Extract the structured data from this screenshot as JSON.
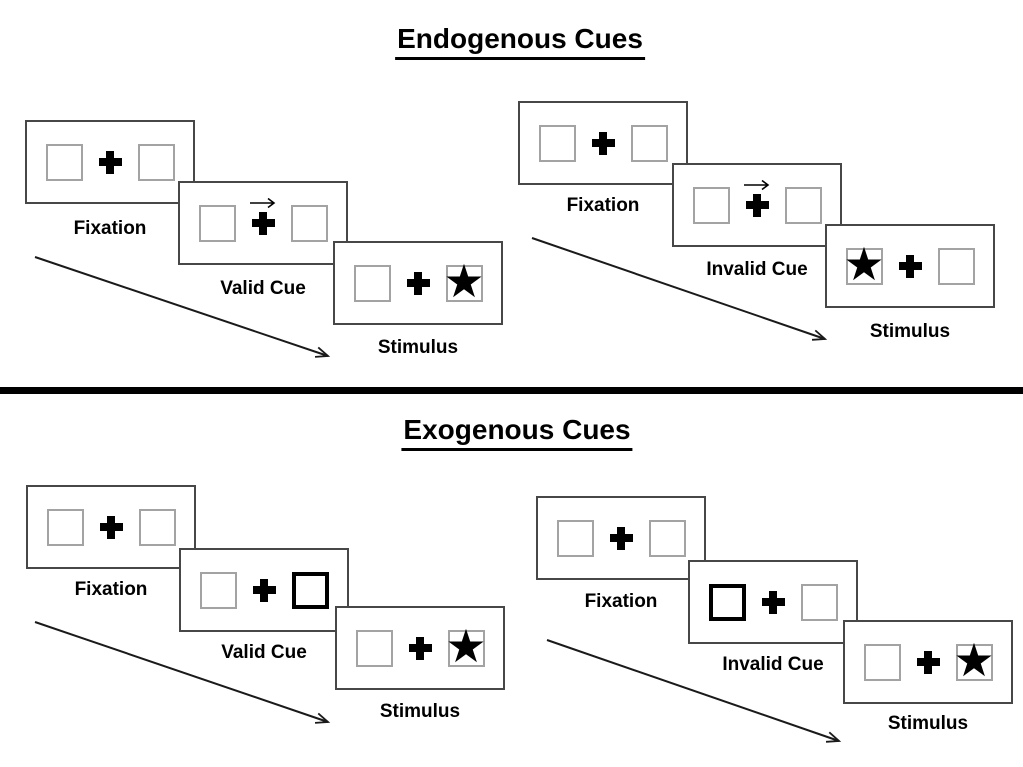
{
  "sections": [
    {
      "title": "Endogenous Cues",
      "groups": [
        {
          "name": "valid-trial",
          "panels": [
            {
              "label": "Fixation",
              "content": "two-empty-boxes-plus"
            },
            {
              "label": "Valid Cue",
              "content": "arrow-cue",
              "cue_arrow_direction": "right"
            },
            {
              "label": "Stimulus",
              "content": "star-stimulus",
              "star_side": "right"
            }
          ]
        },
        {
          "name": "invalid-trial",
          "panels": [
            {
              "label": "Fixation",
              "content": "two-empty-boxes-plus"
            },
            {
              "label": "Invalid Cue",
              "content": "arrow-cue",
              "cue_arrow_direction": "right"
            },
            {
              "label": "Stimulus",
              "content": "star-stimulus",
              "star_side": "left"
            }
          ]
        }
      ]
    },
    {
      "title": "Exogenous Cues",
      "groups": [
        {
          "name": "valid-trial",
          "panels": [
            {
              "label": "Fixation",
              "content": "two-empty-boxes-plus"
            },
            {
              "label": "Valid Cue",
              "content": "thick-box-cue",
              "thick_box_side": "right"
            },
            {
              "label": "Stimulus",
              "content": "star-stimulus",
              "star_side": "right"
            }
          ]
        },
        {
          "name": "invalid-trial",
          "panels": [
            {
              "label": "Fixation",
              "content": "two-empty-boxes-plus"
            },
            {
              "label": "Invalid Cue",
              "content": "thick-box-cue",
              "thick_box_side": "left"
            },
            {
              "label": "Stimulus",
              "content": "star-stimulus",
              "star_side": "right"
            }
          ]
        }
      ]
    }
  ],
  "glyphs": {
    "star": "★",
    "fixation_cross": "plus",
    "cue_arrow": "right-arrow"
  },
  "colors": {
    "background": "#ffffff",
    "ink": "#000000",
    "panel_border": "#474747",
    "box_border": "#a3a3a3",
    "thick_box_border": "#000000",
    "divider": "#000000"
  }
}
